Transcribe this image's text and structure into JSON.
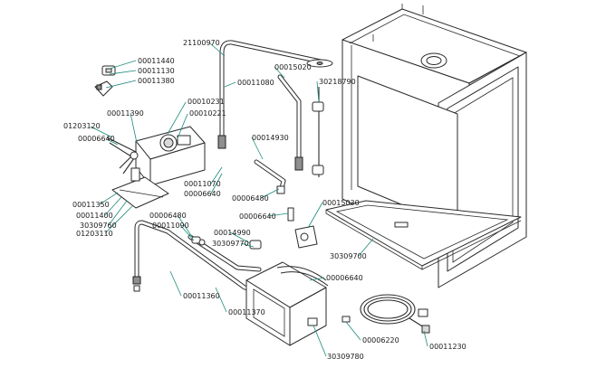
{
  "labels": {
    "p21100970": "21100970",
    "p00011440": "00011440",
    "p00011130": "00011130",
    "p00011380": "00011380",
    "p00011080": "00011080",
    "p00015020": "00015020",
    "p30218790": "30218790",
    "p00010231": "00010231",
    "p00010221": "00010221",
    "p00011390": "00011390",
    "p01203120": "01203120",
    "p00006640a": "00006640",
    "p00014930": "00014930",
    "p00011070": "00011070",
    "p00006640b": "00006640",
    "p00006480a": "00006480",
    "p00011350": "00011350",
    "p00011400": "00011400",
    "p30309760": "30309760",
    "p01203110": "01203110",
    "p00006640c": "00006640",
    "p00015030": "00015030",
    "p00006480b": "00006480",
    "p00011090": "00011090",
    "p00014990": "00014990",
    "p30309770": "30309770",
    "p30309700": "30309700",
    "p00006640d": "00006640",
    "p00011360": "00011360",
    "p00011370": "00011370",
    "p00006220": "00006220",
    "p00011230": "00011230",
    "p30309780": "30309780"
  }
}
